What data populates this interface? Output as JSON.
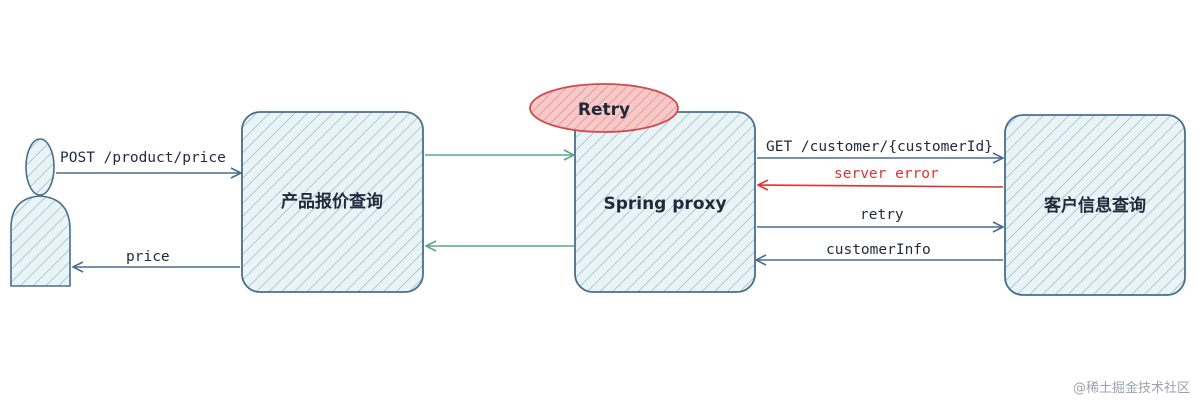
{
  "nodes": {
    "quote": {
      "label": "产品报价查询"
    },
    "proxy": {
      "label": "Spring proxy"
    },
    "customer": {
      "label": "客户信息查询"
    },
    "retry": {
      "label": "Retry"
    }
  },
  "edges": {
    "post_product_price": "POST /product/price",
    "price": "price",
    "get_customer": "GET /customer/{customerId}",
    "server_error": "server error",
    "retry": "retry",
    "customer_info": "customerInfo"
  },
  "colors": {
    "box_stroke": "#4a6d8c",
    "box_fill": "#dcebf0",
    "hatch": "#a8ccd6",
    "green_arrow": "#5aa58c",
    "blue_arrow": "#4a6d8c",
    "error_arrow": "#e03131",
    "retry_fill": "#f4b7b7",
    "retry_stroke": "#d04a4a"
  },
  "watermark": "@稀土掘金技术社区"
}
